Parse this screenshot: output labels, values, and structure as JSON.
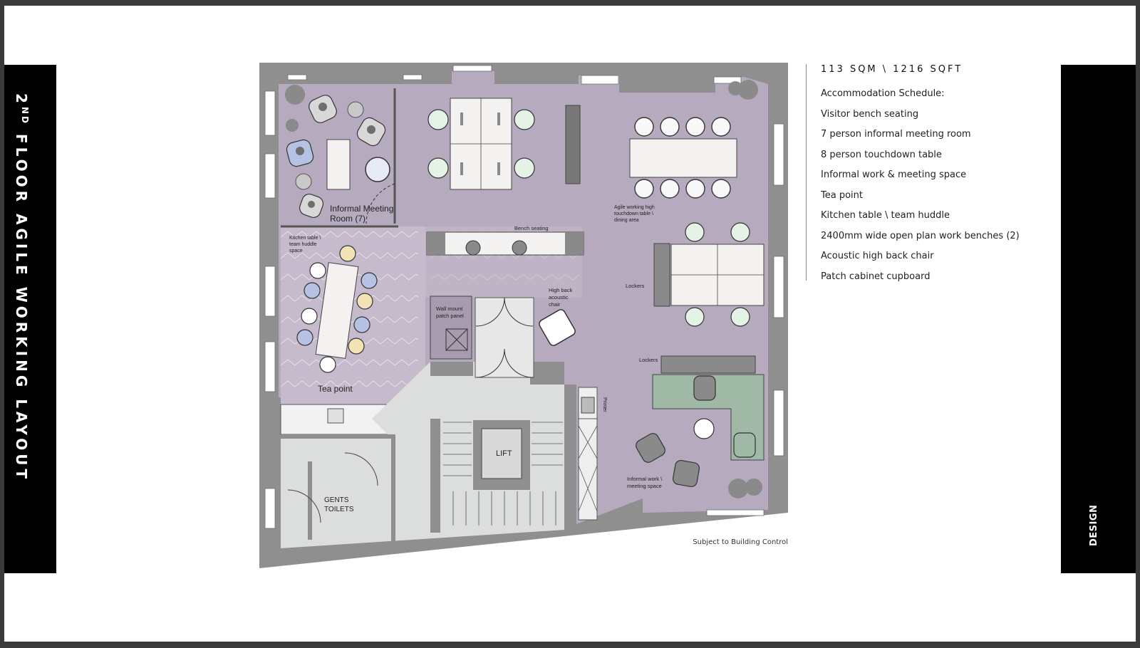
{
  "sidebar": {
    "title_ordinal": "2",
    "title_suffix": "ND",
    "title_rest": "FLOOR AGILE WORKING LAYOUT"
  },
  "side_tag": "DESIGN",
  "area": "113 SQM \\ 1216 SQFT",
  "schedule": {
    "title": "Accommodation Schedule:",
    "items": [
      "Visitor bench seating",
      "7 person informal meeting room",
      "8 person touchdown table",
      "Informal work & meeting space",
      "Tea point",
      "Kitchen table \\ team huddle",
      "2400mm wide open plan work benches (2)",
      "Acoustic high back chair",
      "Patch cabinet cupboard"
    ]
  },
  "footnote": "Subject to Building Control",
  "plan_labels": {
    "meeting_line1": "Informal Meeting",
    "meeting_line2": "Room (7)",
    "bench": "Bench seating",
    "kitchen_line1": "Kitchen table \\",
    "kitchen_line2": "team huddle",
    "kitchen_line3": "space",
    "tea": "Tea point",
    "patch_line1": "Wall mount",
    "patch_line2": "patch panel",
    "highback_line1": "High back",
    "highback_line2": "acoustic",
    "highback_line3": "chair",
    "agile_line1": "Agile working high",
    "agile_line2": "touchdown table \\",
    "agile_line3": "dining area",
    "lockers_1": "Lockers",
    "lockers_2": "Lockers",
    "printer": "Printer",
    "lift": "LIFT",
    "gents_line1": "GENTS",
    "gents_line2": "TOILETS",
    "informal_line1": "Informal work \\",
    "informal_line2": "meeting space"
  },
  "colors": {
    "floor": "#b6aabf",
    "walls": "#8f8f8f",
    "core": "#dcdedd",
    "sofa": "#9fb9a6",
    "chair_green": "#e4f3e6",
    "chair_blue": "#b5c2e3",
    "chair_yellow": "#f2e3b4"
  }
}
